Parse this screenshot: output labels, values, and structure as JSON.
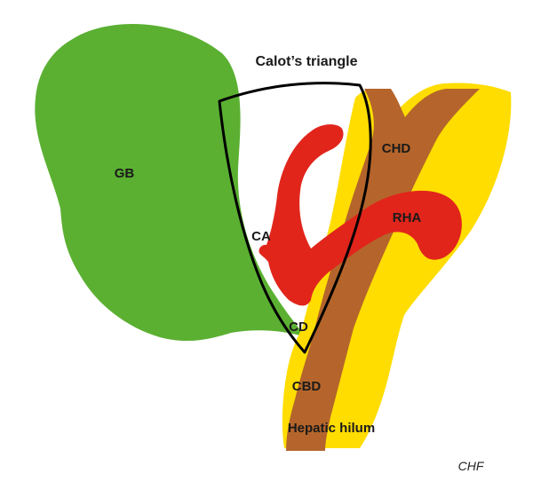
{
  "diagram": {
    "title": "Calot’s triangle",
    "labels": {
      "gb": "GB",
      "ca": "CA",
      "chd": "CHD",
      "rha": "RHA",
      "cd": "CD",
      "cbd": "CBD",
      "hilum": "Hepatic hilum"
    },
    "credit": "CHF",
    "colors": {
      "gallbladder": "#5bb032",
      "duct_fat": "#ffdd00",
      "duct": "#b5652b",
      "artery": "#e1251b",
      "triangle_fill": "#ffffff",
      "outline": "#000000"
    },
    "icons": {
      "gallbladder": "gallbladder-shape",
      "bile-duct": "bile-duct-shape",
      "hepatic-artery": "hepatic-artery-shape",
      "calot-triangle": "triangle-outline"
    }
  }
}
